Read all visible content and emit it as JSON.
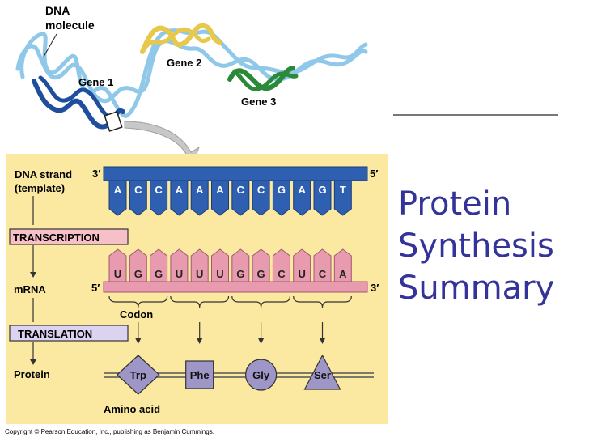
{
  "title_lines": [
    "Protein",
    "Synthesis",
    "Summary"
  ],
  "dna_molecule_label": "DNA\nmolecule",
  "gene_labels": [
    "Gene 1",
    "Gene 2",
    "Gene 3"
  ],
  "dna_strand_label": "DNA strand\n(template)",
  "end_labels": {
    "template_left": "3′",
    "template_right": "5′",
    "mrna_left": "5′",
    "mrna_right": "3′"
  },
  "dna_bases": [
    "A",
    "C",
    "C",
    "A",
    "A",
    "A",
    "C",
    "C",
    "G",
    "A",
    "G",
    "T"
  ],
  "mrna_bases": [
    "U",
    "G",
    "G",
    "U",
    "U",
    "U",
    "G",
    "G",
    "C",
    "U",
    "C",
    "A"
  ],
  "process_labels": {
    "transcription": "TRANSCRIPTION",
    "translation": "TRANSLATION"
  },
  "row_labels": {
    "mrna": "mRNA",
    "protein": "Protein"
  },
  "codon_label": "Codon",
  "amino_acid_label": "Amino acid",
  "amino_acids": [
    {
      "name": "Trp",
      "shape": "diamond"
    },
    {
      "name": "Phe",
      "shape": "square"
    },
    {
      "name": "Gly",
      "shape": "circle"
    },
    {
      "name": "Ser",
      "shape": "triangle"
    }
  ],
  "copyright": "Copyright © Pearson Education, Inc., publishing as Benjamin Cummings.",
  "colors": {
    "panel_bg": "#fbe9a2",
    "dna_strand": "#2f5fb0",
    "mrna_strand": "#e89aae",
    "amino_acid_fill": "#9f96c8",
    "label_box": "#f7c0c8",
    "title": "#333399",
    "gene_1": "#1f4e9c",
    "gene_2": "#e8c84a",
    "gene_3": "#2a8a3a",
    "dna_light": "#8fc8e8"
  }
}
